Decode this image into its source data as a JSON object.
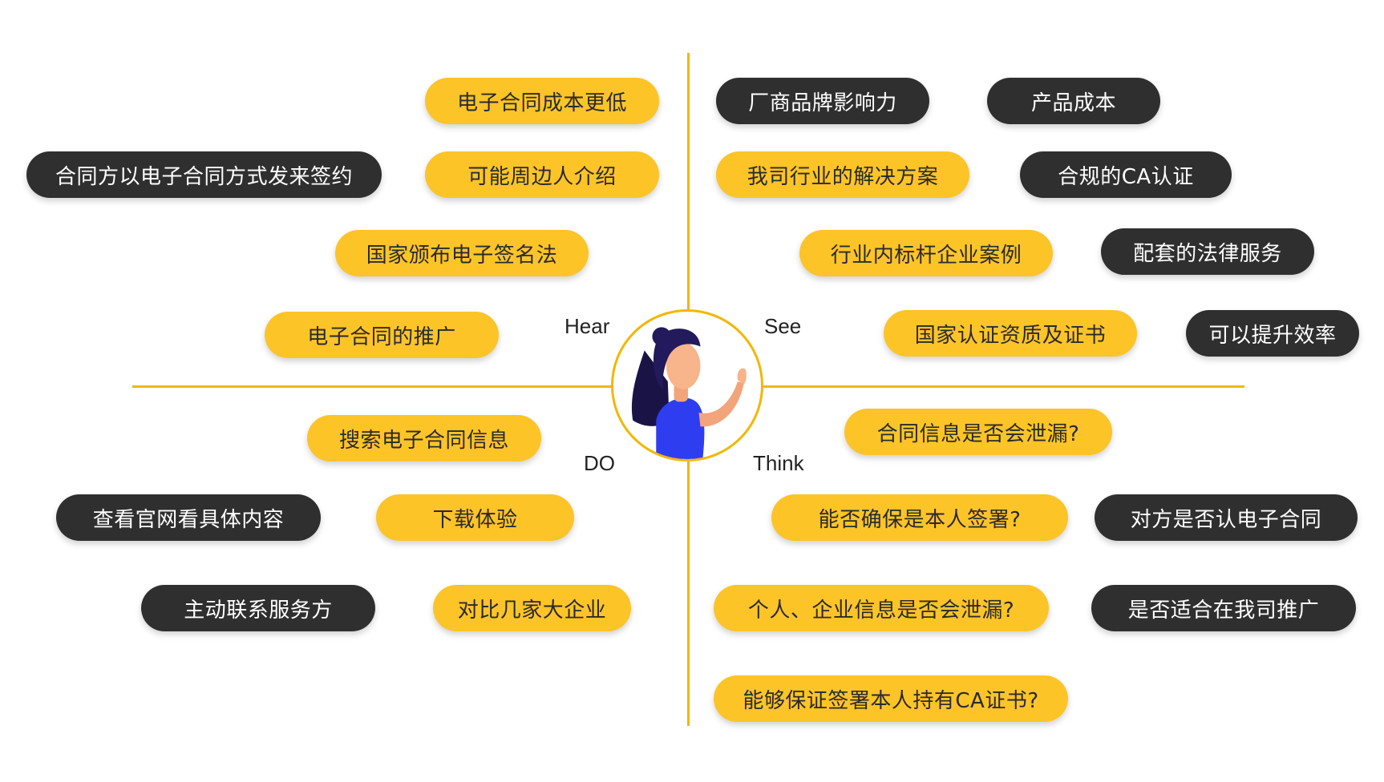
{
  "colors": {
    "accent": "#f2b705",
    "pill_yellow": "#fdc428",
    "pill_dark": "#2f2f30"
  },
  "quadrant_labels": {
    "hear": "Hear",
    "see": "See",
    "do": "DO",
    "think": "Think"
  },
  "hear": {
    "items": [
      {
        "text": "电子合同成本更低",
        "style": "yellow"
      },
      {
        "text": "合同方以电子合同方式发来签约",
        "style": "dark"
      },
      {
        "text": "可能周边人介绍",
        "style": "yellow"
      },
      {
        "text": "国家颁布电子签名法",
        "style": "yellow"
      },
      {
        "text": "电子合同的推广",
        "style": "yellow"
      }
    ]
  },
  "see": {
    "items": [
      {
        "text": "厂商品牌影响力",
        "style": "dark"
      },
      {
        "text": "产品成本",
        "style": "dark"
      },
      {
        "text": "我司行业的解决方案",
        "style": "yellow"
      },
      {
        "text": "合规的CA认证",
        "style": "dark"
      },
      {
        "text": "行业内标杆企业案例",
        "style": "yellow"
      },
      {
        "text": "配套的法律服务",
        "style": "dark"
      },
      {
        "text": "国家认证资质及证书",
        "style": "yellow"
      },
      {
        "text": "可以提升效率",
        "style": "dark"
      }
    ]
  },
  "do": {
    "items": [
      {
        "text": "搜索电子合同信息",
        "style": "yellow"
      },
      {
        "text": "查看官网看具体内容",
        "style": "dark"
      },
      {
        "text": "下载体验",
        "style": "yellow"
      },
      {
        "text": "主动联系服务方",
        "style": "dark"
      },
      {
        "text": "对比几家大企业",
        "style": "yellow"
      }
    ]
  },
  "think": {
    "items": [
      {
        "text": "合同信息是否会泄漏?",
        "style": "yellow"
      },
      {
        "text": "能否确保是本人签署?",
        "style": "yellow"
      },
      {
        "text": "对方是否认电子合同",
        "style": "dark"
      },
      {
        "text": "个人、企业信息是否会泄漏?",
        "style": "yellow"
      },
      {
        "text": "是否适合在我司推广",
        "style": "dark"
      },
      {
        "text": "能够保证签署本人持有CA证书?",
        "style": "yellow"
      }
    ]
  },
  "center": {
    "icon": "person-avatar-icon"
  }
}
